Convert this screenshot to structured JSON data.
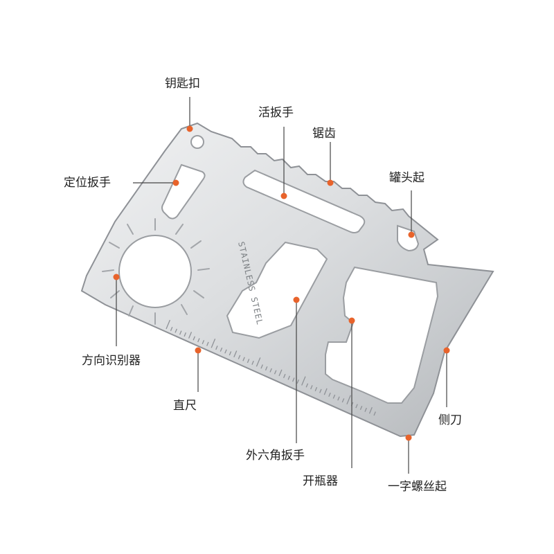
{
  "colors": {
    "accent": "#e8632b",
    "line": "#444444",
    "text": "#222222",
    "background": "#ffffff",
    "steel_light": "#e4e5e7",
    "steel_dark": "#a7aaae"
  },
  "card": {
    "engraving": "STAINLESS STEEL"
  },
  "labels": {
    "keyring": "钥匙扣",
    "adjustable_wrench": "活扳手",
    "saw_teeth": "锯齿",
    "positioning_wrench": "定位扳手",
    "can_opener": "罐头起",
    "direction_finder": "方向识别器",
    "ruler": "直尺",
    "side_blade": "侧刀",
    "hex_wrench": "外六角扳手",
    "bottle_opener": "开瓶器",
    "flat_screwdriver": "一字螺丝起"
  }
}
